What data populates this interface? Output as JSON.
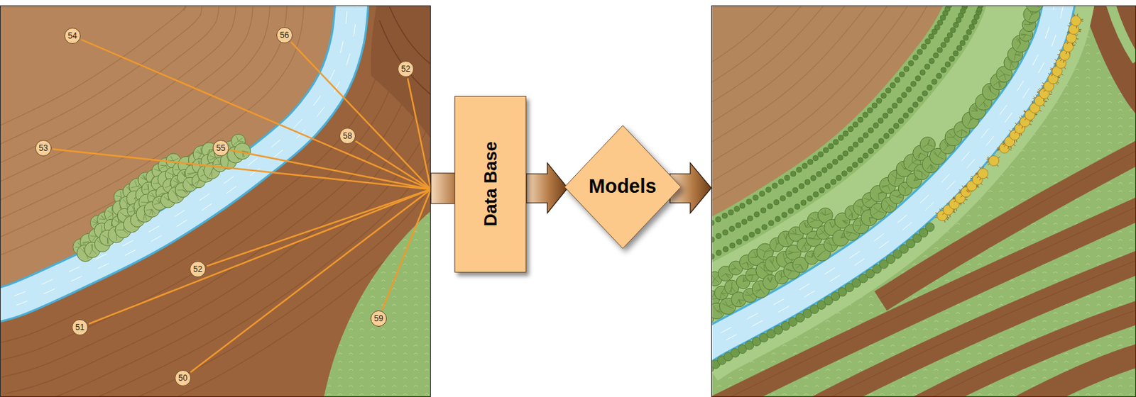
{
  "diagram": {
    "nodes": [
      {
        "text": [
          "54"
        ]
      },
      {
        "text": [
          "56"
        ]
      },
      {
        "text": [
          "52"
        ]
      },
      {
        "text": [
          "58"
        ]
      },
      {
        "text": [
          "53"
        ]
      },
      {
        "text": [
          "55"
        ]
      },
      {
        "text": [
          "52"
        ]
      },
      {
        "text": [
          "59"
        ]
      },
      {
        "text": [
          "51"
        ]
      },
      {
        "text": [
          "50"
        ]
      },
      {
        "text": [
          "Data Base"
        ]
      },
      {
        "text": [
          "Models"
        ]
      }
    ],
    "edges": [
      {
        "from": 0,
        "to": 10,
        "arrow": "to"
      },
      {
        "from": 1,
        "to": 10,
        "arrow": "to"
      },
      {
        "from": 2,
        "to": 10,
        "arrow": "to"
      },
      {
        "from": 3,
        "to": 10,
        "arrow": "to"
      },
      {
        "from": 4,
        "to": 10,
        "arrow": "to"
      },
      {
        "from": 5,
        "to": 10,
        "arrow": "to"
      },
      {
        "from": 6,
        "to": 10,
        "arrow": "to"
      },
      {
        "from": 7,
        "to": 10,
        "arrow": "to"
      },
      {
        "from": 8,
        "to": 10,
        "arrow": "to"
      },
      {
        "from": 9,
        "to": 10,
        "arrow": "to"
      },
      {
        "from": 10,
        "to": 11,
        "arrow": "to"
      }
    ]
  }
}
